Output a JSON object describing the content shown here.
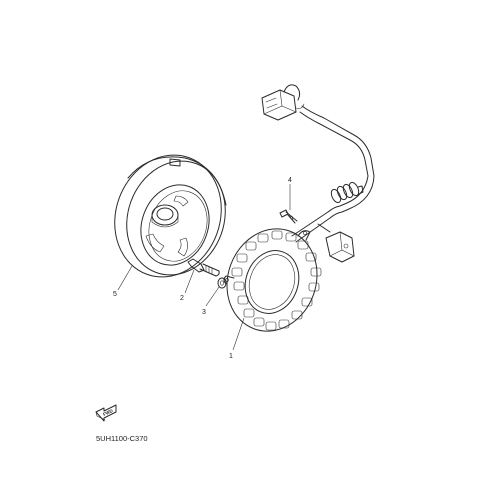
{
  "diagram": {
    "callouts": [
      {
        "id": "1",
        "label": "1"
      },
      {
        "id": "2",
        "label": "2"
      },
      {
        "id": "3",
        "label": "3"
      },
      {
        "id": "4",
        "label": "4"
      },
      {
        "id": "5",
        "label": "5"
      }
    ],
    "direction_arrow_label": "FWD",
    "catalog_code": "5UH1100-C370"
  }
}
